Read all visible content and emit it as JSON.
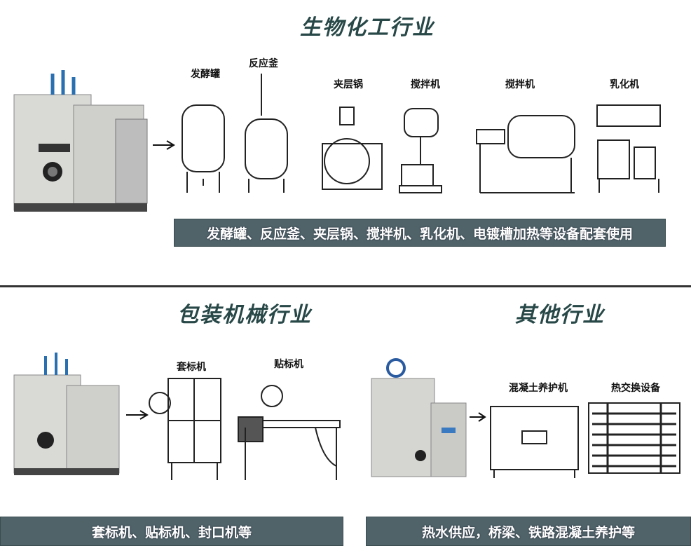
{
  "sections": {
    "biochem": {
      "title": "生物化工行业",
      "equipment": [
        "发酵罐",
        "反应釜",
        "夹层锅",
        "搅拌机",
        "搅拌机",
        "乳化机"
      ],
      "caption": "发酵罐、反应釜、夹层锅、搅拌机、乳化机、电镀槽加热等设备配套使用"
    },
    "packaging": {
      "title": "包装机械行业",
      "equipment": [
        "套标机",
        "贴标机"
      ],
      "caption": "套标机、贴标机、封口机等"
    },
    "other": {
      "title": "其他行业",
      "equipment": [
        "混凝土养护机",
        "热交换设备"
      ],
      "caption": "热水供应，桥梁、铁路混凝土养护等"
    }
  },
  "colors": {
    "title": "#284848",
    "caption_bar": "#4f6369"
  }
}
